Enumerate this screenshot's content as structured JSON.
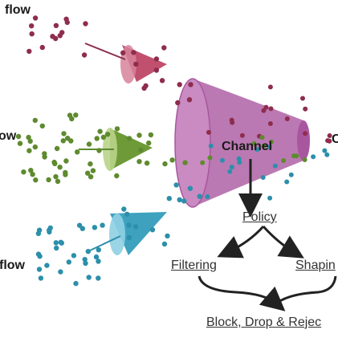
{
  "flows": [
    {
      "id": "top",
      "label": "flow",
      "color": "#8e2d4e",
      "funnel_fill": "#c0506e"
    },
    {
      "id": "middle",
      "label": "ow",
      "color": "#5f8a2e",
      "funnel_fill": "#7aa33e"
    },
    {
      "id": "bottom",
      "label": "flow",
      "color": "#2c8fab",
      "funnel_fill": "#4aa9c4"
    }
  ],
  "channel": {
    "label": "Channel",
    "fill": "#a8579f",
    "edge": "#8a3f84"
  },
  "output_fragment": "C",
  "policy": {
    "label": "Policy"
  },
  "branches": [
    {
      "id": "filtering",
      "label": "Filtering"
    },
    {
      "id": "shaping",
      "label": "Shapin"
    }
  ],
  "result": {
    "label": "Block, Drop & Rejec"
  },
  "arrow_color": "#222222"
}
